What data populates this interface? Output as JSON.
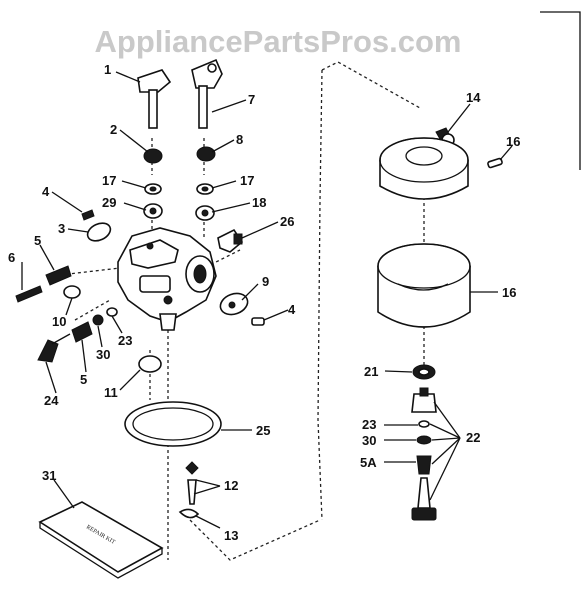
{
  "watermark": "AppliancePartsPros.com",
  "kit_label": "REPAIR KIT",
  "labels": {
    "p1": "1",
    "p7": "7",
    "p2": "2",
    "p8": "8",
    "p17a": "17",
    "p17b": "17",
    "p29": "29",
    "p18": "18",
    "p4a": "4",
    "p3": "3",
    "p26": "26",
    "p6": "6",
    "p5a": "5",
    "p9": "9",
    "p10": "10",
    "p4b": "4",
    "p23a": "23",
    "p30a": "30",
    "p5b": "5",
    "p24": "24",
    "p11": "11",
    "p25": "25",
    "p31": "31",
    "p12": "12",
    "p13": "13",
    "p14": "14",
    "p16a": "16",
    "p16b": "16",
    "p21": "21",
    "p23b": "23",
    "p30b": "30",
    "p5A": "5A",
    "p22": "22"
  }
}
